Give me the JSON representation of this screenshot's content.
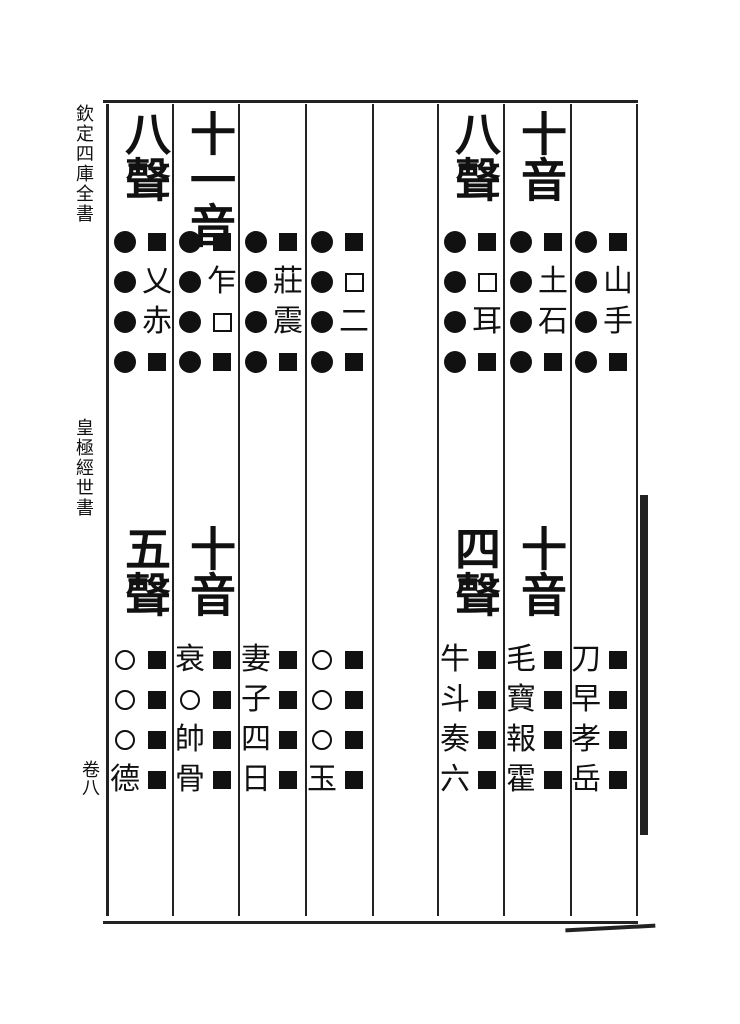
{
  "margin": {
    "title": "欽定四庫全書",
    "subtitle": "皇極經世書",
    "page_no": "卷八"
  },
  "top_columns": [
    {
      "id": "c1",
      "head": "八聲",
      "cells": [
        "dot",
        "dot",
        "dot",
        "dot"
      ]
    },
    {
      "id": "c2",
      "head": "",
      "cells": [
        "sq",
        "乂",
        "赤",
        "sq"
      ]
    },
    {
      "id": "c3",
      "head": "十一音",
      "cells": [
        "dot",
        "dot",
        "dot",
        "dot"
      ]
    },
    {
      "id": "c4",
      "head": "",
      "cells": [
        "sq",
        "乍",
        "hbox",
        "sq"
      ]
    },
    {
      "id": "c5",
      "head": "",
      "cells": [
        "dot",
        "dot",
        "dot",
        "dot"
      ]
    },
    {
      "id": "c6",
      "head": "",
      "cells": [
        "sq",
        "莊",
        "震",
        "sq"
      ]
    },
    {
      "id": "c7",
      "head": "",
      "cells": [
        "dot",
        "dot",
        "dot",
        "dot"
      ]
    },
    {
      "id": "c8",
      "head": "",
      "cells": [
        "sq",
        "hbox",
        "二",
        "sq"
      ]
    },
    {
      "id": "c9",
      "head": "八聲",
      "cells": [
        "dot",
        "dot",
        "dot",
        "dot"
      ]
    },
    {
      "id": "c10",
      "head": "",
      "cells": [
        "sq",
        "hbox",
        "耳",
        "sq"
      ]
    },
    {
      "id": "c11",
      "head": "十音",
      "cells": [
        "dot",
        "dot",
        "dot",
        "dot"
      ]
    },
    {
      "id": "c12",
      "head": "",
      "cells": [
        "sq",
        "土",
        "石",
        "sq"
      ]
    },
    {
      "id": "c13",
      "head": "",
      "cells": [
        "dot",
        "dot",
        "dot",
        "dot"
      ]
    },
    {
      "id": "c14",
      "head": "",
      "cells": [
        "sq",
        "山",
        "手",
        "sq"
      ]
    }
  ],
  "bottom_columns": [
    {
      "id": "b1",
      "head": "五聲",
      "cells": [
        "ring",
        "ring",
        "ring",
        "德"
      ]
    },
    {
      "id": "b2",
      "head": "",
      "cells": [
        "sq",
        "sq",
        "sq",
        "sq"
      ]
    },
    {
      "id": "b3",
      "head": "十音",
      "cells": [
        "衰",
        "ring",
        "帥",
        "骨"
      ]
    },
    {
      "id": "b4",
      "head": "",
      "cells": [
        "sq",
        "sq",
        "sq",
        "sq"
      ]
    },
    {
      "id": "b5",
      "head": "",
      "cells": [
        "妻",
        "子",
        "四",
        "日"
      ]
    },
    {
      "id": "b6",
      "head": "",
      "cells": [
        "sq",
        "sq",
        "sq",
        "sq"
      ]
    },
    {
      "id": "b7",
      "head": "",
      "cells": [
        "ring",
        "ring",
        "ring",
        "玉"
      ]
    },
    {
      "id": "b8",
      "head": "",
      "cells": [
        "sq",
        "sq",
        "sq",
        "sq"
      ]
    },
    {
      "id": "b9",
      "head": "四聲",
      "cells": [
        "牛",
        "斗",
        "奏",
        "六"
      ]
    },
    {
      "id": "b10",
      "head": "",
      "cells": [
        "sq",
        "sq",
        "sq",
        "sq"
      ]
    },
    {
      "id": "b11",
      "head": "十音",
      "cells": [
        "毛",
        "寶",
        "報",
        "霍"
      ]
    },
    {
      "id": "b12",
      "head": "",
      "cells": [
        "sq",
        "sq",
        "sq",
        "sq"
      ]
    },
    {
      "id": "b13",
      "head": "",
      "cells": [
        "刀",
        "早",
        "孝",
        "岳"
      ]
    },
    {
      "id": "b14",
      "head": "",
      "cells": [
        "sq",
        "sq",
        "sq",
        "sq"
      ]
    }
  ]
}
